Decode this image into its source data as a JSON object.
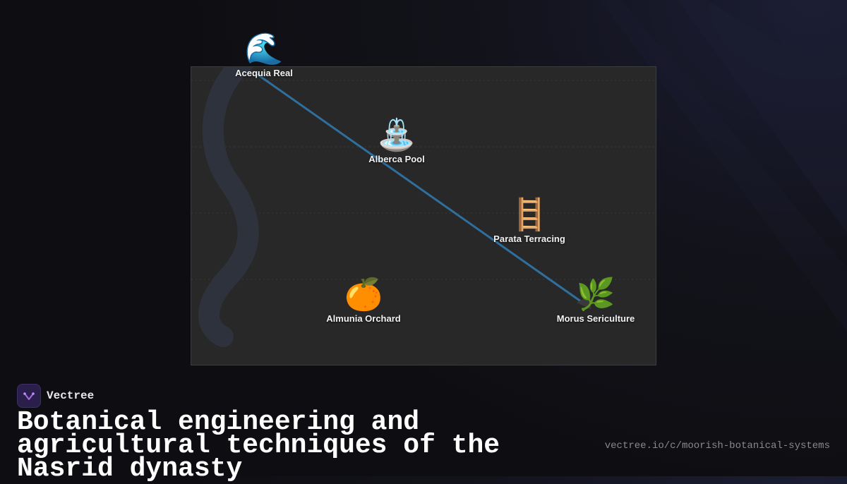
{
  "diagram": {
    "nodes": [
      {
        "id": "acequia",
        "emoji": "🌊",
        "label": "Acequia Real"
      },
      {
        "id": "alberca",
        "emoji": "⛲",
        "label": "Alberca Pool"
      },
      {
        "id": "parata",
        "emoji": "🪜",
        "label": "Parata Terracing"
      },
      {
        "id": "almunia",
        "emoji": "🍊",
        "label": "Almunia Orchard"
      },
      {
        "id": "morus",
        "emoji": "🌿",
        "label": "Morus Sericulture"
      }
    ],
    "connection": {
      "from": "acequia",
      "to": "morus",
      "color": "#2f6f9e"
    }
  },
  "brand": {
    "name": "Vectree"
  },
  "title": "Botanical engineering and agricultural techniques of the Nasrid dynasty",
  "url": "vectree.io/c/moorish-botanical-systems"
}
